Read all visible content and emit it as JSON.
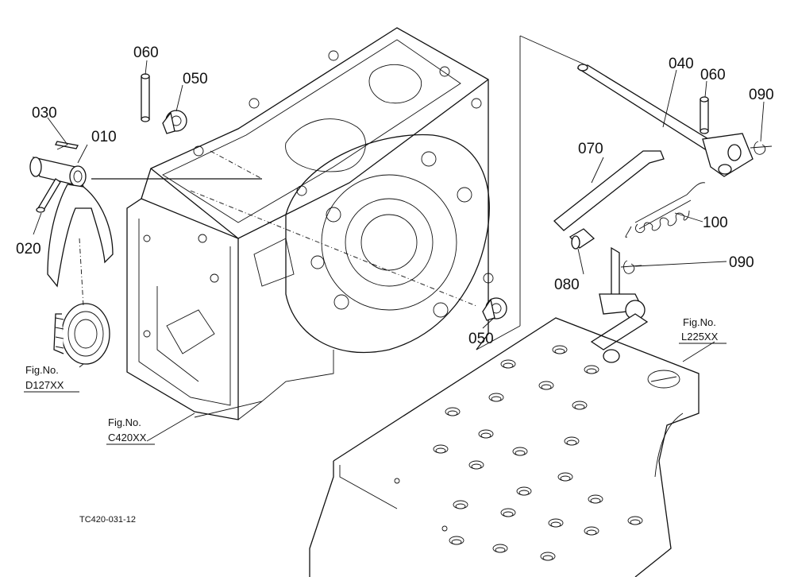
{
  "labels": {
    "p010": "010",
    "p020": "020",
    "p030": "030",
    "p040": "040",
    "p050a": "050",
    "p050b": "050",
    "p060a": "060",
    "p060b": "060",
    "p070": "070",
    "p080": "080",
    "p090a": "090",
    "p090b": "090",
    "p100": "100"
  },
  "figrefs": {
    "d127": {
      "line1": "Fig.No.",
      "line2": "D127XX"
    },
    "c420": {
      "line1": "Fig.No.",
      "line2": "C420XX"
    },
    "l225": {
      "line1": "Fig.No.",
      "line2": "L225XX"
    }
  },
  "drawing_code": "TC420-031-12"
}
